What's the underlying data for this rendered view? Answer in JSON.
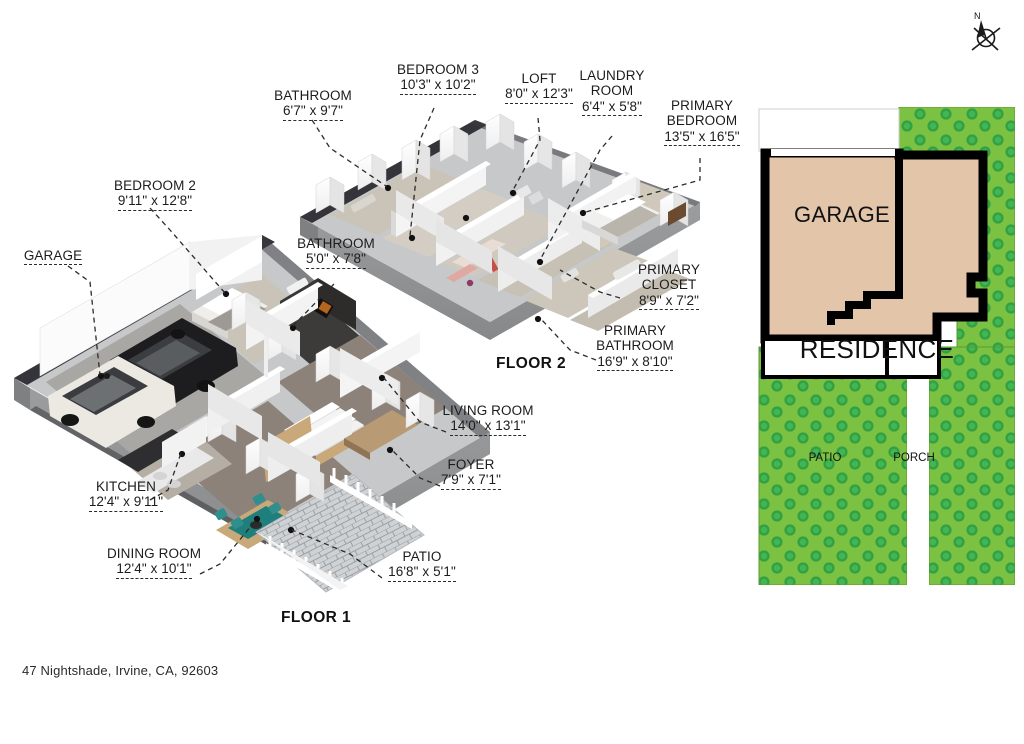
{
  "address": "47 Nightshade, Irvine, CA, 92603",
  "floors": [
    {
      "id": "floor2",
      "title": "FLOOR 2"
    },
    {
      "id": "floor1",
      "title": "FLOOR 1"
    }
  ],
  "floor2_rooms": [
    {
      "name": "BATHROOM",
      "dim": "6'7\" x 9'7\""
    },
    {
      "name": "BEDROOM 3",
      "dim": "10'3\" x 10'2\""
    },
    {
      "name": "LOFT",
      "dim": "8'0\" x 12'3\""
    },
    {
      "name": "LAUNDRY ROOM",
      "name_line1": "LAUNDRY",
      "name_line2": "ROOM",
      "dim": "6'4\" x 5'8\""
    },
    {
      "name": "PRIMARY BEDROOM",
      "name_line1": "PRIMARY",
      "name_line2": "BEDROOM",
      "dim": "13'5\" x 16'5\""
    },
    {
      "name": "PRIMARY CLOSET",
      "name_line1": "PRIMARY",
      "name_line2": "CLOSET",
      "dim": "8'9\" x 7'2\""
    },
    {
      "name": "PRIMARY BATHROOM",
      "name_line1": "PRIMARY",
      "name_line2": "BATHROOM",
      "dim": "16'9\" x 8'10\""
    }
  ],
  "floor1_rooms": [
    {
      "name": "GARAGE",
      "dim": ""
    },
    {
      "name": "BEDROOM 2",
      "dim": "9'11\" x 12'8\""
    },
    {
      "name": "BATHROOM",
      "dim": "5'0\" x 7'8\""
    },
    {
      "name": "LIVING ROOM",
      "dim": "14'0\" x 13'1\""
    },
    {
      "name": "FOYER",
      "dim": "7'9\" x 7'1\""
    },
    {
      "name": "KITCHEN",
      "dim": "12'4\" x 9'11\""
    },
    {
      "name": "DINING ROOM",
      "dim": "12'4\" x 10'1\""
    },
    {
      "name": "PATIO",
      "dim": "16'8\" x 5'1\""
    }
  ],
  "site_plan": {
    "garage_label": "GARAGE",
    "residence_label": "RESIDENCE",
    "patio_label": "PATIO",
    "porch_label": "PORCH",
    "compass_label": "N",
    "colors": {
      "building_fill": "#e3c5aa",
      "lawn": "#7cc242",
      "shrub": "#2f9e44",
      "outline": "#000000",
      "hardscape": "#ffffff"
    }
  },
  "render_colors": {
    "floor_slab": "#b9bbbb",
    "slab_edge": "#2c2c2c",
    "wall": "#ffffff",
    "wall_shadow": "#d7d7d7",
    "carpet": "#cfc8bc",
    "wood_floor": "#8d8279",
    "tile_dark": "#3c3a38",
    "teal": "#2f8f8c",
    "stone": "#cdd0d2"
  }
}
